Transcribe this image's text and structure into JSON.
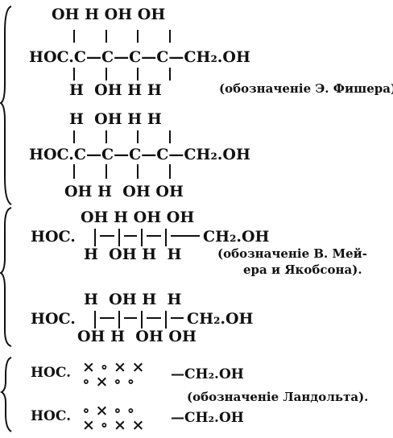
{
  "formulas": {
    "f1": {
      "top": "OH H OH OH",
      "main": "HOC.C—C—C—C—CH₂.OH",
      "bottom": "H  OH H H",
      "note": "(обозначеніе Э. Фишера)."
    },
    "f2": {
      "top": "H  OH H H",
      "main": "HOC.C—C—C—C—CH₂.OH",
      "bottom": "OH H  OH OH"
    },
    "f3": {
      "top": "OH H OH OH",
      "prefix": "HOC.",
      "tail": "CH₂.OH",
      "bottom": "H  OH H  H",
      "note_line1": "(обозначеніе В. Мей-",
      "note_line2": "ера и Якобсона)."
    },
    "f4": {
      "top": "H  OH H  H",
      "prefix": "HOC.",
      "tail": "CH₂.OH",
      "bottom": "OH H  OH OH"
    },
    "f5": {
      "prefix": "HOC.",
      "top_marks": "× ∘ × ×",
      "bottom_marks": "∘ × ∘ ∘",
      "tail": "—CH₂.OH"
    },
    "f6": {
      "prefix": "HOC.",
      "top_marks": "∘ × ∘ ∘",
      "bottom_marks": "× ∘ × ×",
      "tail": "—CH₂.OH",
      "note": "(обозначеніе Ландольта)."
    }
  }
}
